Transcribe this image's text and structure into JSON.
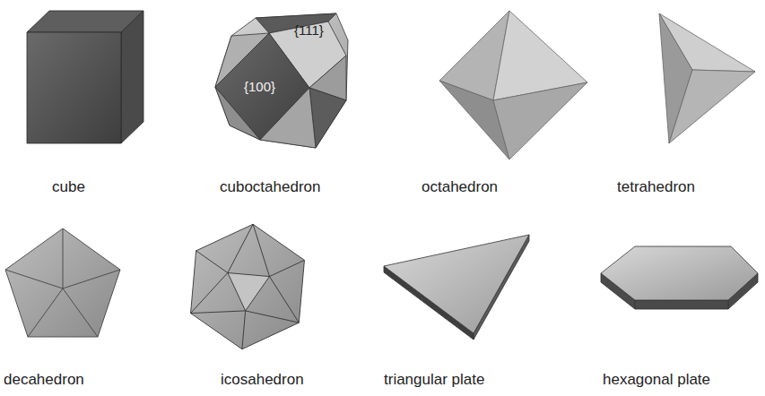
{
  "diagram": {
    "labels": [
      "{111}",
      "{100}",
      "cube",
      "cuboctahedron",
      "octahedron",
      "tetrahedron",
      "decahedron",
      "icosahedron",
      "triangular plate",
      "hexagonal plate"
    ]
  }
}
